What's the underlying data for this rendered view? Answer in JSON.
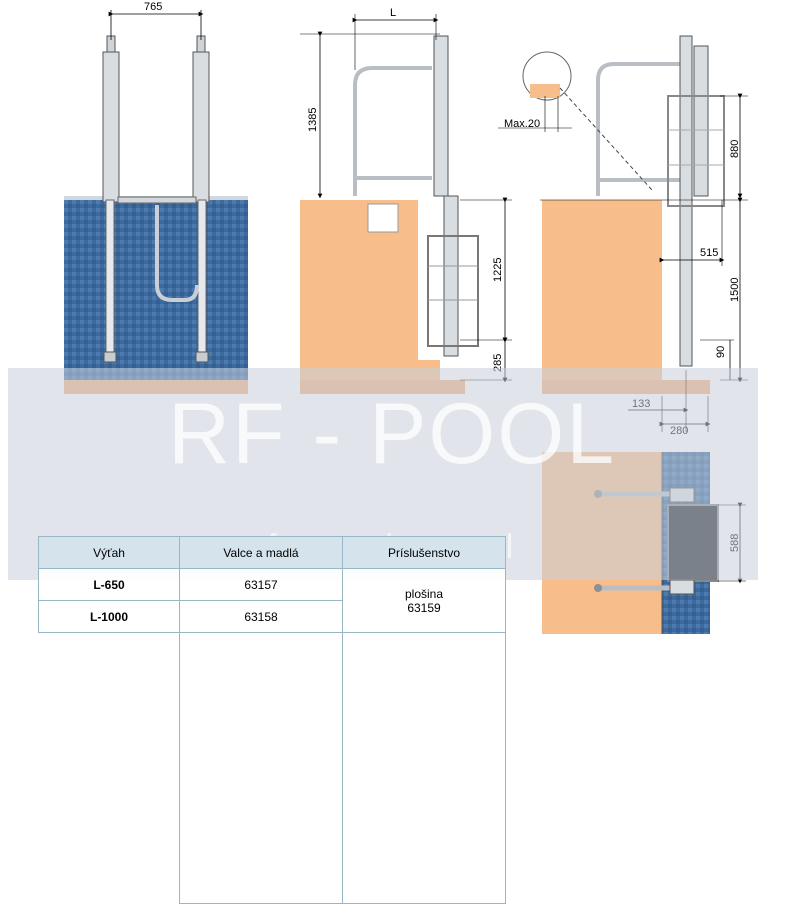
{
  "dimensions": {
    "width_top": "765",
    "length_label": "L",
    "height_1385": "1385",
    "height_1225": "1225",
    "height_285": "285",
    "max_20": "Max.20",
    "height_880": "880",
    "depth_515": "515",
    "height_1500": "1500",
    "height_90": "90",
    "offset_133": "133",
    "offset_280": "280",
    "platform_588": "588"
  },
  "watermark": {
    "title": "RF - POOL",
    "subtitle": "professional"
  },
  "table": {
    "headers": [
      "Výťah",
      "Valce a madlá",
      "Príslušenstvo"
    ],
    "rows": [
      {
        "model": "L-650",
        "code": "63157"
      },
      {
        "model": "L-1000",
        "code": "63158"
      }
    ],
    "accessory_name": "plošina",
    "accessory_code": "63159"
  },
  "colors": {
    "pool_water": "#3d6a9e",
    "concrete": "#f7bd8a",
    "floor": "#efb07e",
    "header_bg": "#d4e3ec"
  }
}
